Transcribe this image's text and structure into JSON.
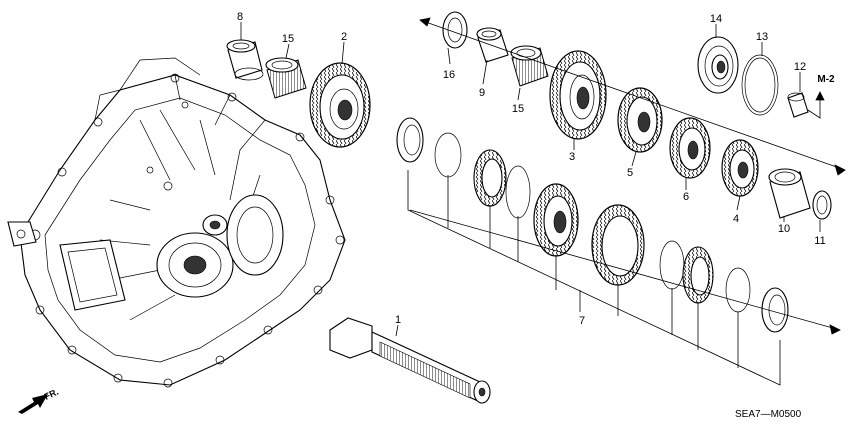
{
  "diagram_code": "SEA7—M0500",
  "reference": "M-2",
  "direction_label": "FR.",
  "callouts": [
    {
      "label": "8"
    },
    {
      "label": "15"
    },
    {
      "label": "2"
    },
    {
      "label": "16"
    },
    {
      "label": "9"
    },
    {
      "label": "15"
    },
    {
      "label": "3"
    },
    {
      "label": "5"
    },
    {
      "label": "6"
    },
    {
      "label": "14"
    },
    {
      "label": "13"
    },
    {
      "label": "12"
    },
    {
      "label": "4"
    },
    {
      "label": "10"
    },
    {
      "label": "11"
    },
    {
      "label": "7"
    },
    {
      "label": "1"
    }
  ]
}
